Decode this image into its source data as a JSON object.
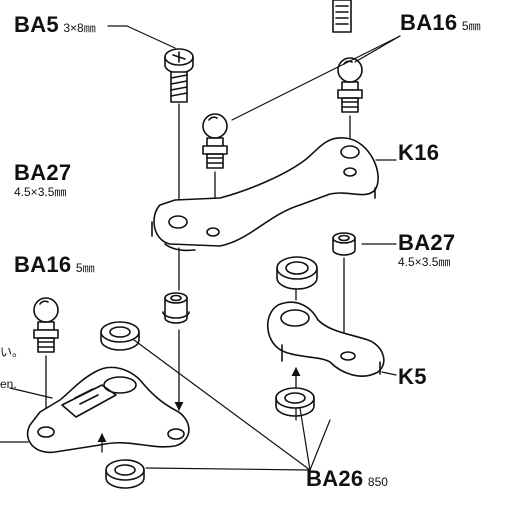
{
  "labels": {
    "ba5": {
      "code": "BA5",
      "size": "3×8㎜"
    },
    "ba16_top": {
      "code": "BA16",
      "size": "5㎜"
    },
    "k16": {
      "code": "K16"
    },
    "ba27_left": {
      "code": "BA27",
      "size": "4.5×3.5㎜"
    },
    "ba27_right": {
      "code": "BA27",
      "size": "4.5×3.5㎜"
    },
    "ba16_left": {
      "code": "BA16",
      "size": "5㎜"
    },
    "k5": {
      "code": "K5"
    },
    "ba26": {
      "code": "BA26",
      "size": "850"
    }
  },
  "fragments": {
    "jp": "い。",
    "en": "en."
  }
}
